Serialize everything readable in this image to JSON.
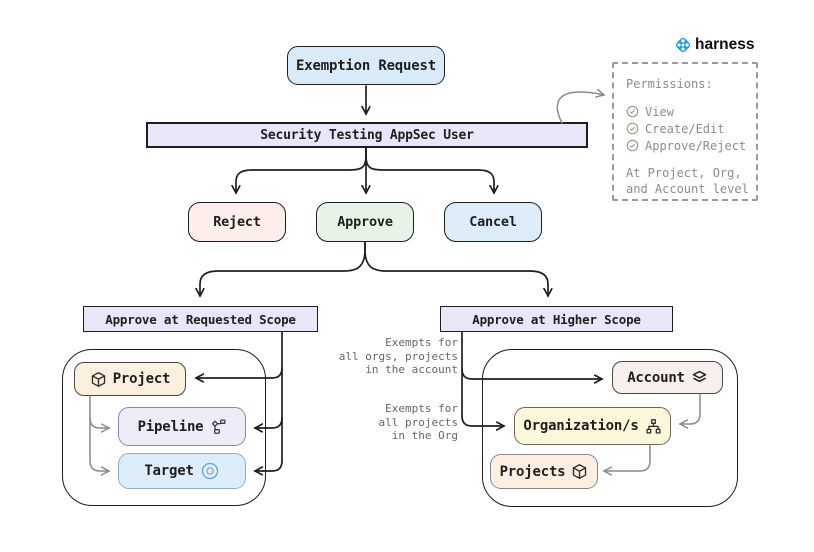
{
  "brand": {
    "name": "harness"
  },
  "flow": {
    "start": "Exemption Request",
    "user": "Security Testing AppSec User",
    "decisions": [
      {
        "label": "Reject"
      },
      {
        "label": "Approve"
      },
      {
        "label": "Cancel"
      }
    ],
    "requested_scope": {
      "title": "Approve at Requested Scope",
      "nodes": [
        {
          "label": "Project",
          "icon": "package-icon"
        },
        {
          "label": "Pipeline",
          "icon": "workflow-icon"
        },
        {
          "label": "Target",
          "icon": "target-icon"
        }
      ]
    },
    "higher_scope": {
      "title": "Approve at Higher Scope",
      "nodes": [
        {
          "label": "Account",
          "icon": "layers-icon"
        },
        {
          "label": "Organization/s",
          "icon": "org-chart-icon"
        },
        {
          "label": "Projects",
          "icon": "package-icon"
        }
      ]
    }
  },
  "annotations": {
    "account_note": "Exempts for\nall orgs, projects\nin the account",
    "org_note": "Exempts for\nall projects\nin the Org"
  },
  "permissions": {
    "title": "Permissions:",
    "items": [
      "View",
      "Create/Edit",
      "Approve/Reject"
    ],
    "footer": "At Project, Org,\nand Account level"
  },
  "colors": {
    "start_fill": "#d9ebf9",
    "user_fill": "#e9e6fa",
    "reject_fill": "#fdedeb",
    "approve_fill": "#e6f3e6",
    "cancel_fill": "#dcedf9",
    "scope_fill": "#e9e6fa",
    "project_fill": "#fbf0dd",
    "pipeline_fill": "#efecf9",
    "target_fill": "#ddeefa",
    "account_fill": "#f7efeb",
    "org_fill": "#fcf7d8",
    "projects_fill": "#fcefe1",
    "brand_blue": "#1b9fe3",
    "line_dark": "#1e1e1e",
    "line_gray": "#8a8a8a",
    "check_green": "#8fa08a"
  }
}
